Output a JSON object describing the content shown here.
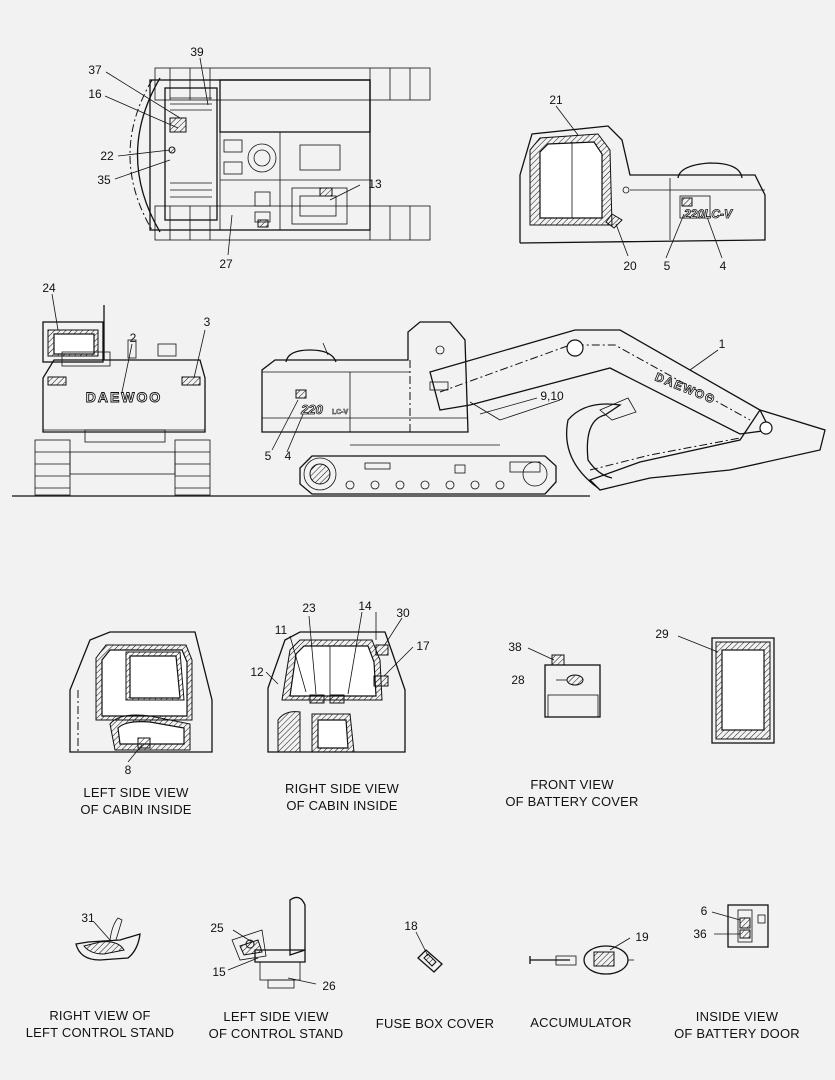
{
  "callouts": {
    "c39": "39",
    "c37": "37",
    "c16": "16",
    "c22": "22",
    "c35": "35",
    "c13": "13",
    "c27": "27",
    "c21": "21",
    "c20": "20",
    "c5a": "5",
    "c4a": "4",
    "c24": "24",
    "c2": "2",
    "c3": "3",
    "c1": "1",
    "c910": "9,10",
    "c5b": "5",
    "c4b": "4",
    "c23": "23",
    "c14": "14",
    "c30": "30",
    "c11": "11",
    "c17": "17",
    "c12": "12",
    "c8": "8",
    "c38": "38",
    "c28": "28",
    "c29": "29",
    "c31": "31",
    "c25": "25",
    "c15": "15",
    "c26": "26",
    "c18": "18",
    "c19": "19",
    "c6": "6",
    "c36": "36"
  },
  "decal_text": {
    "brand": "DAEWOO",
    "model": "220LC-V",
    "model_num": "220",
    "model_suffix": "LC-V"
  },
  "captions": {
    "left_cabin": [
      "LEFT SIDE VIEW",
      "OF CABIN INSIDE"
    ],
    "right_cabin": [
      "RIGHT SIDE VIEW",
      "OF CABIN INSIDE"
    ],
    "battery_cover": [
      "FRONT VIEW",
      "OF BATTERY COVER"
    ],
    "left_control_stand": [
      "RIGHT VIEW OF",
      "LEFT CONTROL STAND"
    ],
    "control_stand": [
      "LEFT SIDE VIEW",
      "OF CONTROL STAND"
    ],
    "fuse_box": [
      "FUSE BOX COVER"
    ],
    "accumulator": [
      "ACCUMULATOR"
    ],
    "battery_door": [
      "INSIDE VIEW",
      "OF BATTERY DOOR"
    ]
  }
}
